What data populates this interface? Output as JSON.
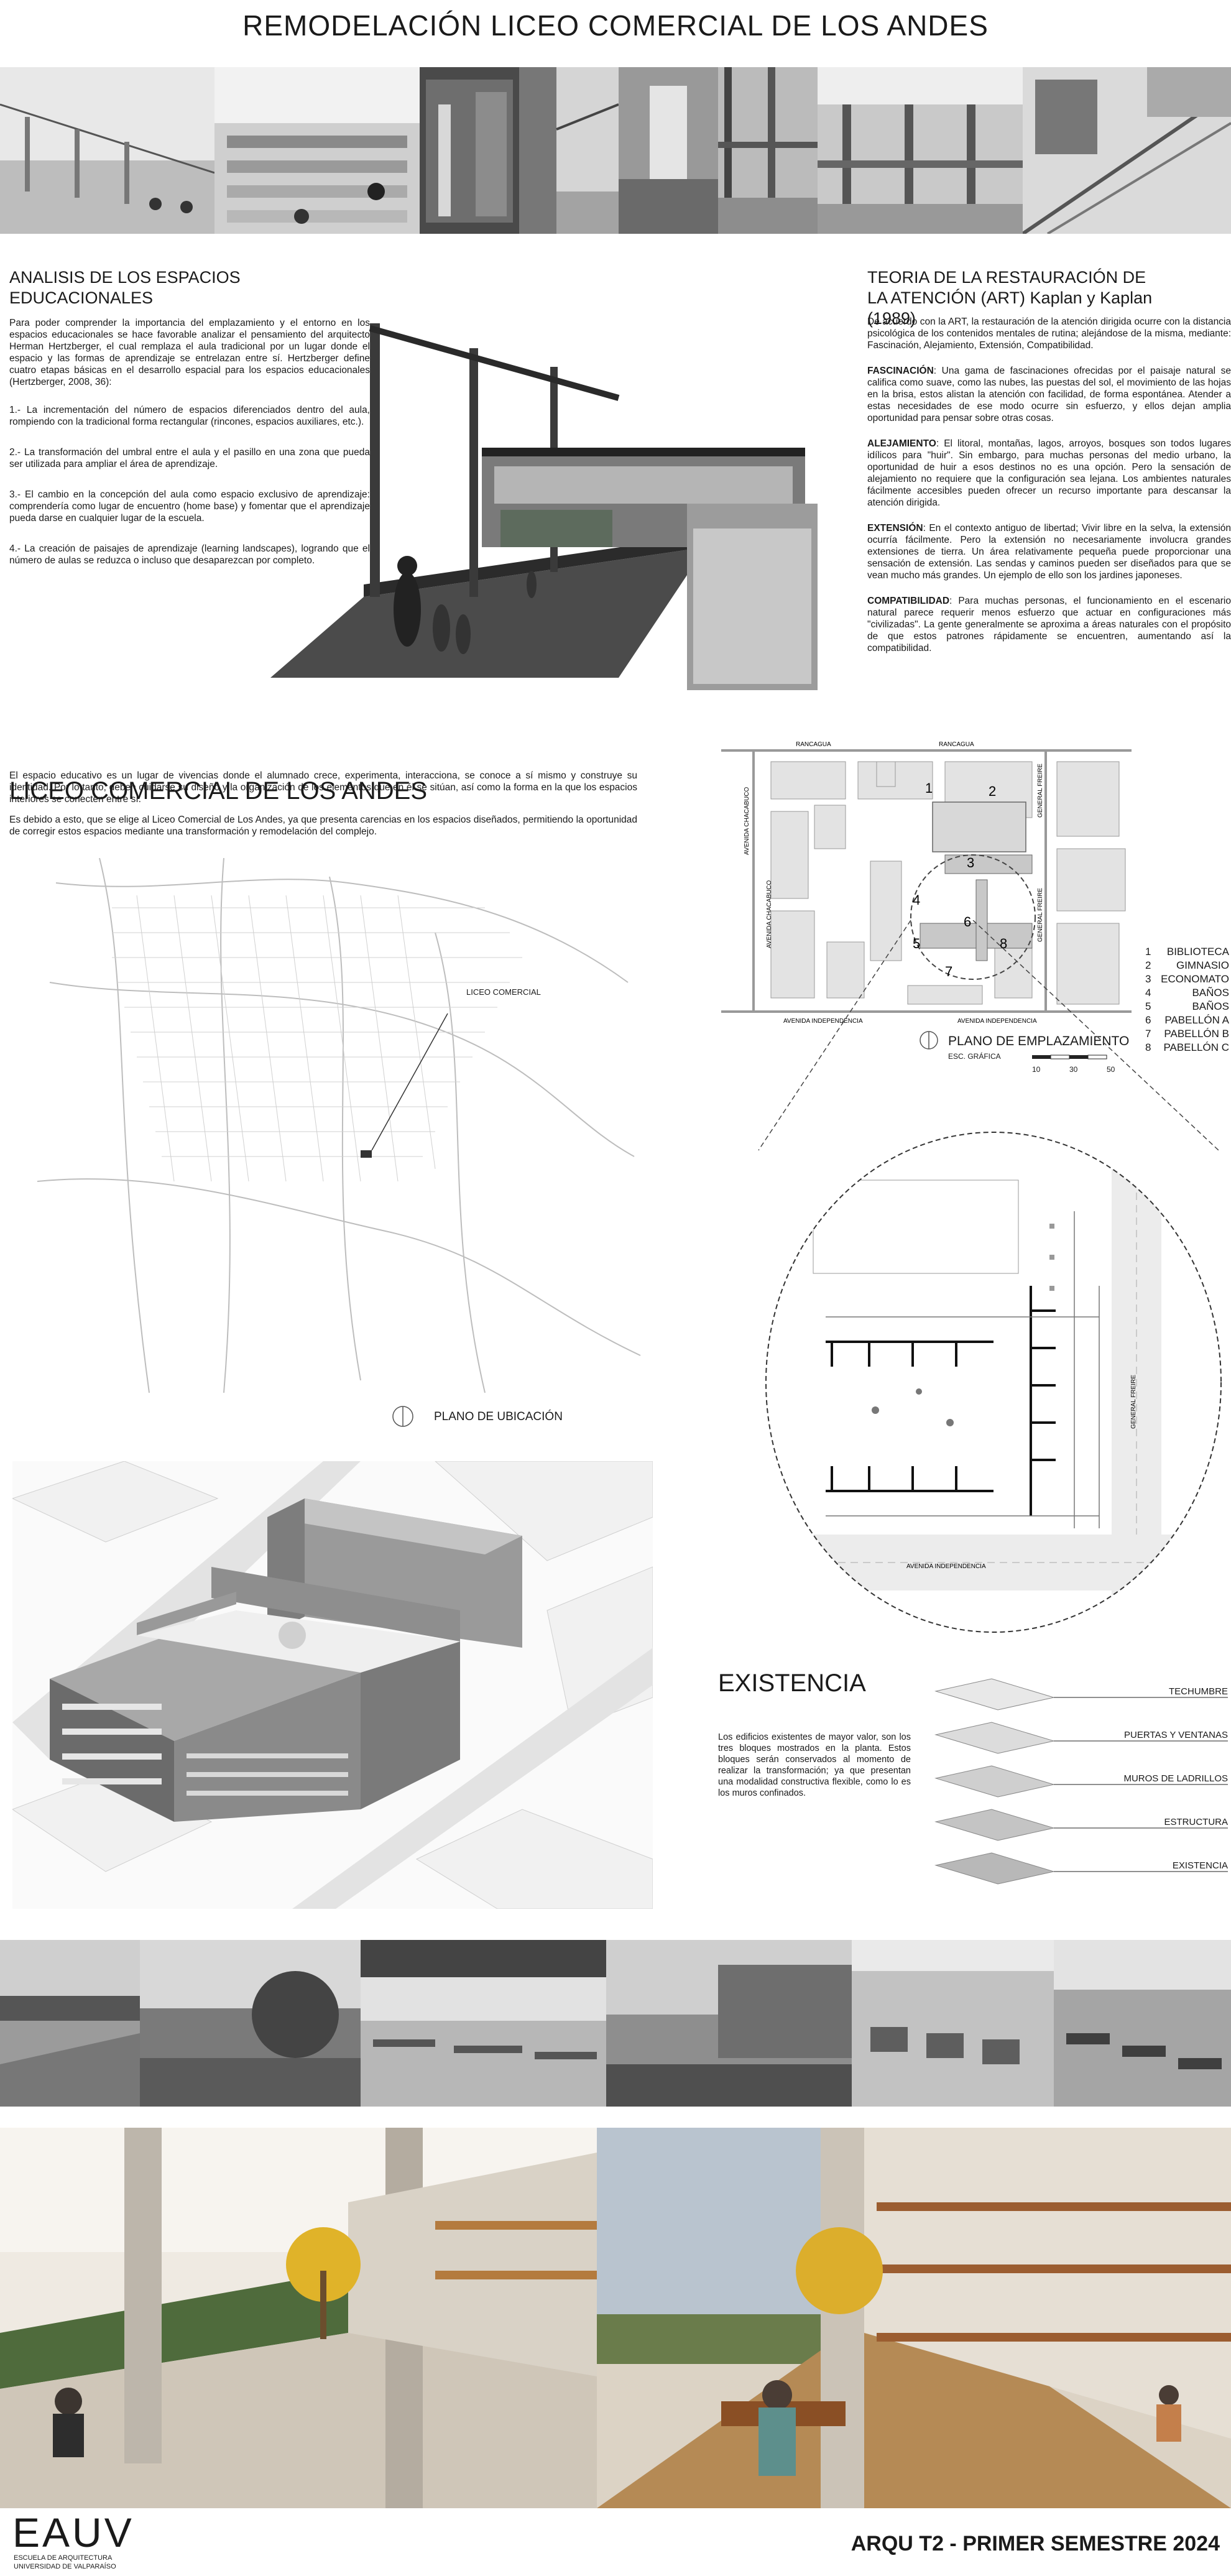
{
  "title": "REMODELACIÓN LICEO COMERCIAL DE LOS ANDES",
  "analysis": {
    "heading": "ANALISIS DE LOS ESPACIOS EDUCACIONALES",
    "intro": "Para poder comprender la importancia del emplazamiento y el entorno en los espacios educacionales se hace favorable analizar el pensamiento del arquitecto Herman Hertzberger, el cual remplaza el aula tradicional por un lugar donde el espacio y las formas de aprendizaje se entrelazan entre sí. Hertzberger define cuatro etapas básicas en el desarrollo espacial para los espacios educacionales (Hertzberger, 2008, 36):",
    "points": [
      "1.-    La incrementación del número de espacios diferenciados dentro del aula, rompiendo con la tradicional forma rectangular (rincones, espacios auxiliares, etc.).",
      "2.-    La transformación del umbral entre el aula y el pasillo en una zona que pueda ser utilizada para ampliar el área de aprendizaje.",
      "3.-    El cambio en la concepción del aula como espacio exclusivo de aprendizaje: comprendería como lugar de encuentro (home base) y fomentar que el aprendizaje pueda darse en cualquier lugar de la escuela.",
      "4.-    La creación de paisajes de aprendizaje (learning landscapes), logrando que el número de aulas se reduzca o incluso que desaparezcan por completo."
    ]
  },
  "theory": {
    "heading": "TEORIA DE LA RESTAURACIÓN DE LA ATENCIÓN (ART) Kaplan y Kaplan (1989)",
    "intro": "De acuerdo con la ART, la restauración de la atención dirigida ocurre con la distancia psicológica de los contenidos mentales de rutina; alejándose de la misma, mediante: Fascinación, Alejamiento, Extensión, Compatibilidad.",
    "items": [
      {
        "term": "FASCINACIÓN",
        "text": ": Una gama de fascinaciones ofrecidas por el paisaje natural se califica como suave, como las nubes, las puestas del sol, el movimiento de las hojas en la brisa, estos alistan la atención con facilidad, de forma espontánea. Atender a estas necesidades de ese modo ocurre sin esfuerzo, y ellos dejan amplia oportunidad para pensar sobre otras cosas."
      },
      {
        "term": "ALEJAMIENTO",
        "text": ": El litoral, montañas, lagos, arroyos, bosques son todos lugares idílicos para \"huir\". Sin embargo, para muchas personas del medio urbano, la oportunidad de huir a esos destinos no es una opción. Pero la sensación de alejamiento no requiere que la configuración sea lejana. Los ambientes naturales fácilmente accesibles pueden ofrecer un recurso importante para descansar la atención dirigida."
      },
      {
        "term": "EXTENSIÓN",
        "text": ": En el contexto antiguo de libertad; Vivir libre en la selva, la extensión ocurría fácilmente. Pero la extensión no necesariamente involucra grandes extensiones de tierra. Un área relativamente pequeña puede proporcionar una sensación de extensión. Las sendas y caminos pueden ser diseñados para que se vean mucho más grandes. Un ejemplo de ello son los jardines japoneses."
      },
      {
        "term": "COMPATIBILIDAD",
        "text": ": Para muchas personas, el funcionamiento en el escenario natural parece requerir menos esfuerzo que actuar en configuraciones más \"civilizadas\". La gente generalmente se aproxima a áreas naturales con el propósito de que estos patrones rápidamente se encuentren, aumentando así la compatibilidad."
      }
    ]
  },
  "liceo": {
    "heading": "LICEO COMERCIAL DE LOS ANDES",
    "p1": "El espacio educativo es un lugar de vivencias donde el alumnado crece, experimenta, interacciona, se conoce a sí mismo y construye su identidad. Por lo tanto, deben cuidarse su diseño y la organización de los elementos que en él se sitúan, así como la forma en la que los espacios interiores se conecten entre sí.",
    "p2": "Es debido a esto, que se elige al Liceo Comercial de Los Andes, ya que presenta carencias en los espacios diseñados, permitiendo la oportunidad de corregir estos espacios mediante una transformación y remodelación del complejo.",
    "map_label": "LICEO COMERCIAL",
    "map_title": "PLANO DE UBICACIÓN"
  },
  "site_plan": {
    "streets": [
      "RANCAGUA",
      "RANCAGUA",
      "AVENIDA CHACABUCO",
      "AVENIDA CHACABUCO",
      "GENERAL FREIRE",
      "GENERAL FREIRE",
      "AVENIDA INDEPENDENCIA",
      "AVENIDA INDEPENDENCIA"
    ],
    "numbers": [
      "1",
      "2",
      "3",
      "4",
      "5",
      "6",
      "7",
      "8"
    ],
    "title": "PLANO DE EMPLAZAMIENTO",
    "scale_label": "ESC. GRÁFICA",
    "scale_ticks": [
      "10",
      "30",
      "50"
    ],
    "legend": [
      {
        "n": "1",
        "name": "BIBLIOTECA"
      },
      {
        "n": "2",
        "name": "GIMNASIO"
      },
      {
        "n": "3",
        "name": "ECONOMATO"
      },
      {
        "n": "4",
        "name": "BAÑOS"
      },
      {
        "n": "5",
        "name": "BAÑOS"
      },
      {
        "n": "6",
        "name": "PABELLÓN A"
      },
      {
        "n": "7",
        "name": "PABELLÓN B"
      },
      {
        "n": "8",
        "name": "PABELLÓN C"
      }
    ],
    "detail_streets": [
      "GENERAL FREIRE",
      "AVENIDA INDEPENDENCIA"
    ]
  },
  "existencia": {
    "heading": "EXISTENCIA",
    "text": "Los edificios existentes de mayor valor, son los tres bloques mostrados en la planta. Estos bloques serán conservados al momento de realizar la transformación; ya que presentan una modalidad constructiva flexible, como lo es los muros confinados.",
    "layers": [
      "TECHUMBRE",
      "PUERTAS Y VENTANAS",
      "MUROS DE LADRILLOS",
      "ESTRUCTURA",
      "EXISTENCIA"
    ]
  },
  "footer": {
    "logo": "EAUV",
    "logo_sub1": "ESCUELA DE ARQUITECTURA",
    "logo_sub2": "UNIVERSIDAD DE VALPARAÍSO",
    "course": "ARQU T2 - PRIMER SEMESTRE 2024"
  }
}
